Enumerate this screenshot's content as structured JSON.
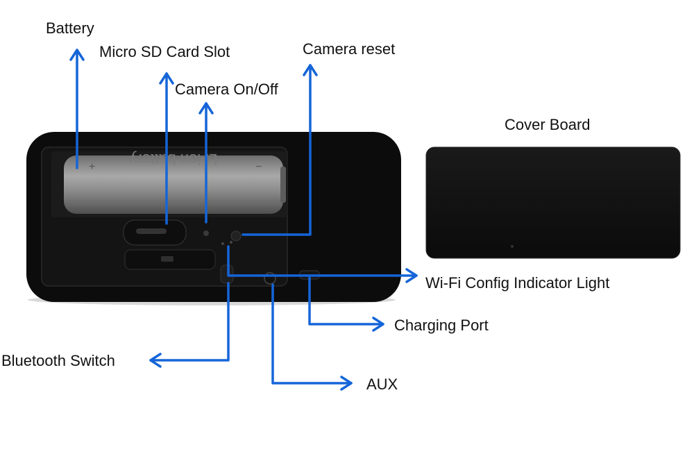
{
  "diagram": {
    "arrow_color": "#1565d8",
    "device_color": "#0c0c0c",
    "labels": {
      "battery": "Battery",
      "micro_sd_slot": "Micro SD Card Slot",
      "camera_reset": "Camera reset",
      "camera_on_off": "Camera On/Off",
      "cover_board": "Cover Board",
      "wifi_indicator": "Wi-Fi Config Indicator Light",
      "charging_port": "Charging Port",
      "bluetooth_switch": "Bluetooth Switch",
      "aux": "AUX"
    },
    "battery_print": "Li-ion battery"
  }
}
